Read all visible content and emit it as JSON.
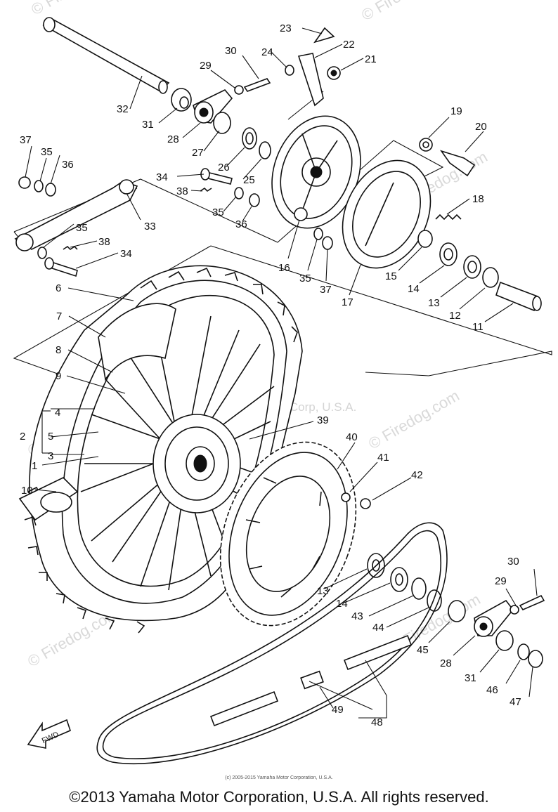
{
  "watermarks": {
    "site": "© Firedog.com",
    "diagram_overlay": "© Yamaha Motor Corp, U.S.A."
  },
  "part_labels": [
    "1",
    "2",
    "3",
    "4",
    "5",
    "6",
    "7",
    "8",
    "9",
    "10",
    "11",
    "12",
    "13",
    "14",
    "15",
    "16",
    "17",
    "18",
    "19",
    "20",
    "21",
    "22",
    "23",
    "24",
    "25",
    "26",
    "27",
    "28",
    "29",
    "30",
    "31",
    "32",
    "33",
    "34",
    "35",
    "36",
    "37",
    "38",
    "39",
    "40",
    "41",
    "42",
    "43",
    "44",
    "45",
    "46",
    "47",
    "48",
    "49"
  ],
  "fwd_label": "FWD",
  "small_copyright": "(c) 2005-2015 Yamaha Motor Corporation, U.S.A.",
  "copyright": "©2013 Yamaha Motor Corporation, U.S.A. All rights reserved."
}
